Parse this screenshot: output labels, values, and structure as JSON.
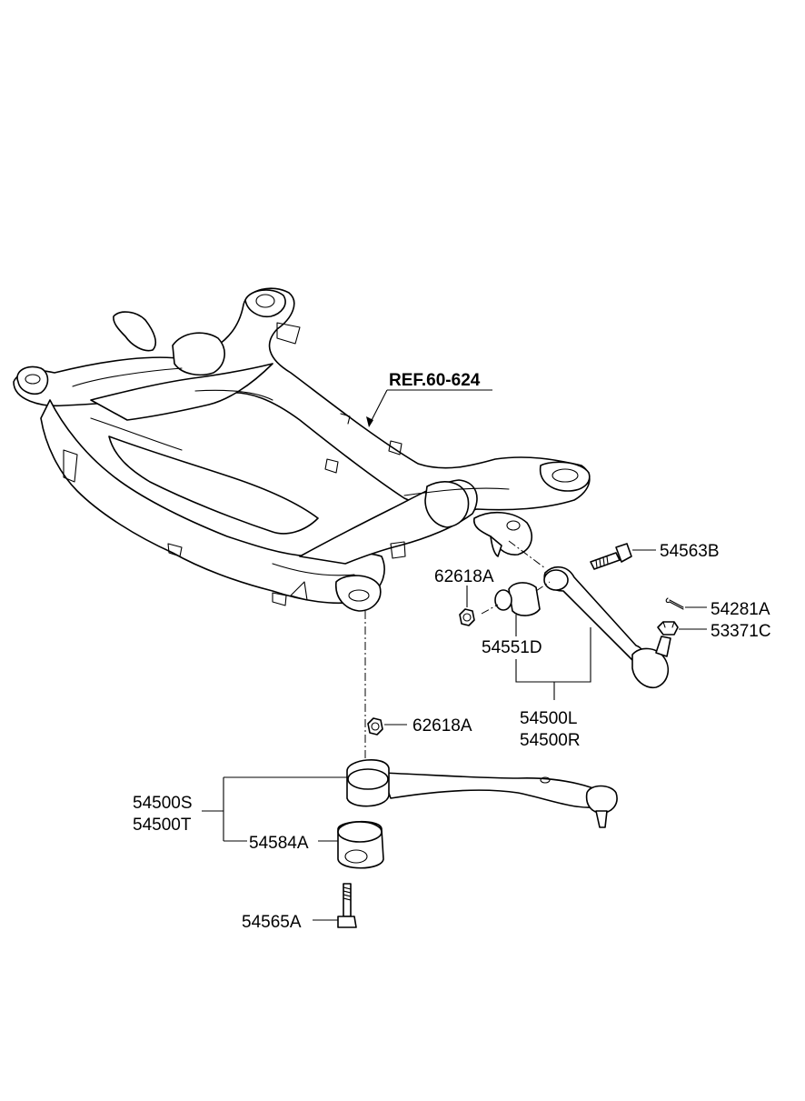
{
  "diagram": {
    "labels": {
      "ref": "REF.60-624",
      "p54563B": "54563B",
      "p54281A": "54281A",
      "p53371C": "53371C",
      "p62618A_upper": "62618A",
      "p54551D": "54551D",
      "p54500L": "54500L",
      "p54500R": "54500R",
      "p62618A_lower": "62618A",
      "p54500S": "54500S",
      "p54500T": "54500T",
      "p54584A": "54584A",
      "p54565A": "54565A"
    }
  }
}
